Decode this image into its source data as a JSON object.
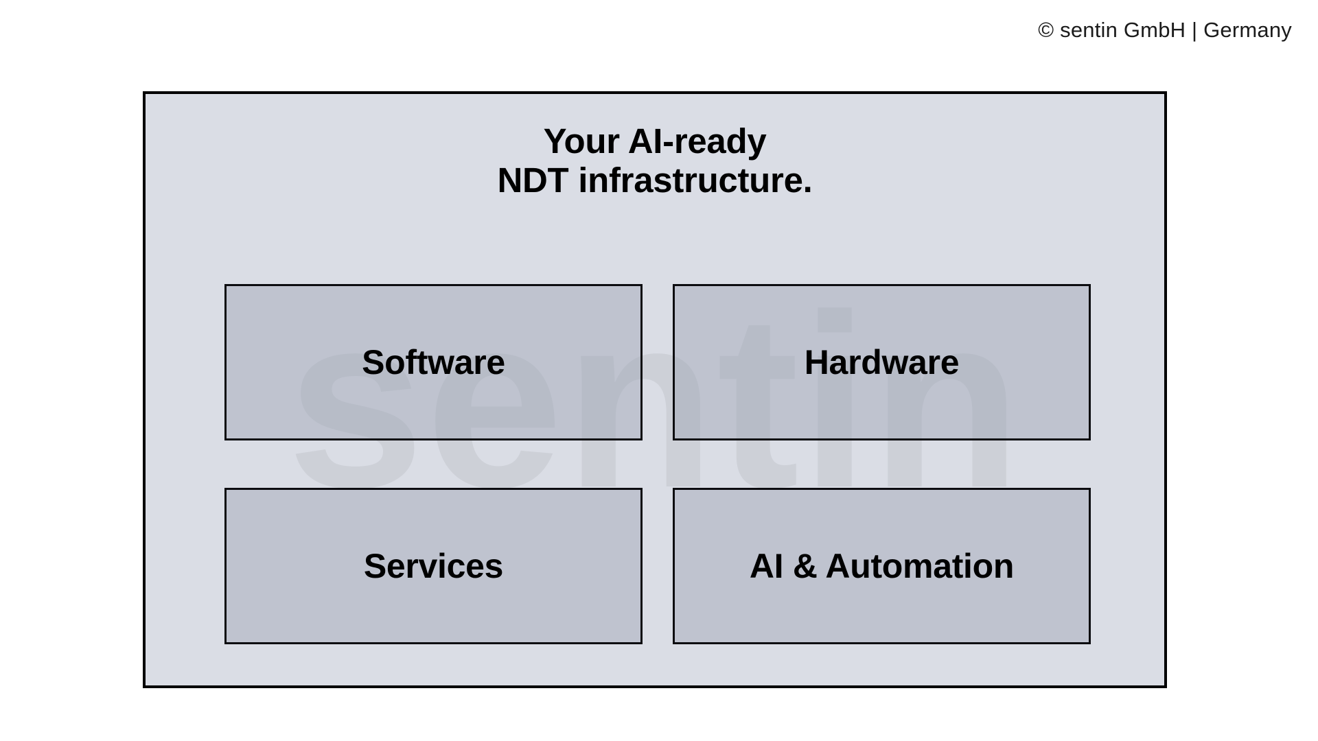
{
  "copyright": "© sentin GmbH | Germany",
  "panel": {
    "watermark_text": "sentin",
    "heading": {
      "line1": "Your AI-ready",
      "line2": "NDT infrastructure."
    },
    "cards": [
      {
        "label": "Software"
      },
      {
        "label": "Hardware"
      },
      {
        "label": "Services"
      },
      {
        "label": "AI & Automation"
      }
    ]
  },
  "colors": {
    "page_background": "#ffffff",
    "panel_background": "#dadde5",
    "card_background": "#bdc1cd",
    "border": "#000000",
    "text": "#000000"
  }
}
